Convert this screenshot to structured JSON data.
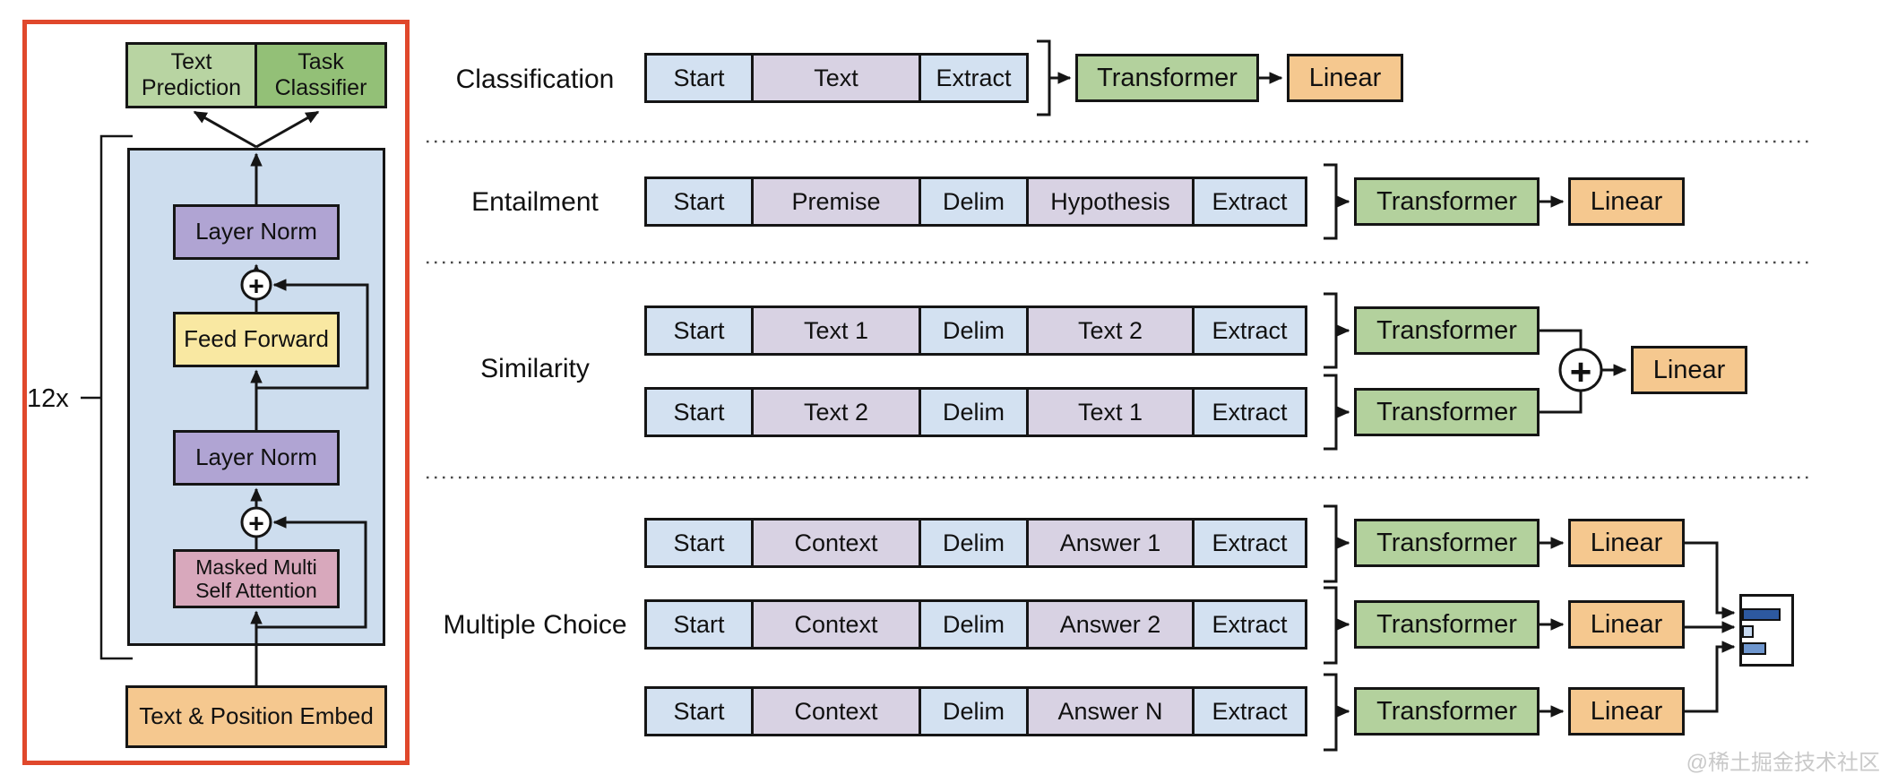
{
  "decoder": {
    "repeat_label": "12x",
    "text_prediction": "Text Prediction",
    "task_classifier": "Task Classifier",
    "layer_norm_top": "Layer Norm",
    "layer_norm_bottom": "Layer Norm",
    "feed_forward": "Feed Forward",
    "masked_attention_line1": "Masked Multi",
    "masked_attention_line2": "Self Attention",
    "embed": "Text & Position Embed"
  },
  "blocks": {
    "transformer": "Transformer",
    "linear": "Linear"
  },
  "icons": {
    "add": "+"
  },
  "tasks": {
    "classification": {
      "label": "Classification",
      "sequence": [
        "Start",
        "Text",
        "Extract"
      ]
    },
    "entailment": {
      "label": "Entailment",
      "sequence": [
        "Start",
        "Premise",
        "Delim",
        "Hypothesis",
        "Extract"
      ]
    },
    "similarity": {
      "label": "Similarity",
      "sequence_a": [
        "Start",
        "Text 1",
        "Delim",
        "Text 2",
        "Extract"
      ],
      "sequence_b": [
        "Start",
        "Text 2",
        "Delim",
        "Text 1",
        "Extract"
      ]
    },
    "multiple_choice": {
      "label": "Multiple Choice",
      "sequence_1": [
        "Start",
        "Context",
        "Delim",
        "Answer 1",
        "Extract"
      ],
      "sequence_2": [
        "Start",
        "Context",
        "Delim",
        "Answer 2",
        "Extract"
      ],
      "sequence_n": [
        "Start",
        "Context",
        "Delim",
        "Answer N",
        "Extract"
      ]
    }
  },
  "output_chart": {
    "type": "bar",
    "orientation": "horizontal",
    "values": [
      0.75,
      0.22,
      0.45
    ]
  },
  "colors": {
    "token_blue": "#d3e1f1",
    "content_lavender": "#d8d2e3",
    "transformer_green": "#b3d19d",
    "head_green_light": "#b8d4a2",
    "head_green_dark": "#93c077",
    "linear_orange": "#f5c88f",
    "layer_norm_purple": "#b0a4d3",
    "feed_forward_yellow": "#f9e8a2",
    "attention_pink": "#d8a8bc",
    "container_blue": "#cdddee",
    "panel_border_red": "#e0482c",
    "bar_dark_blue": "#2d59a0",
    "bar_light_blue": "#c6d9f0",
    "bar_mid_blue": "#6e96ce"
  },
  "watermark": "@稀土掘金技术社区"
}
